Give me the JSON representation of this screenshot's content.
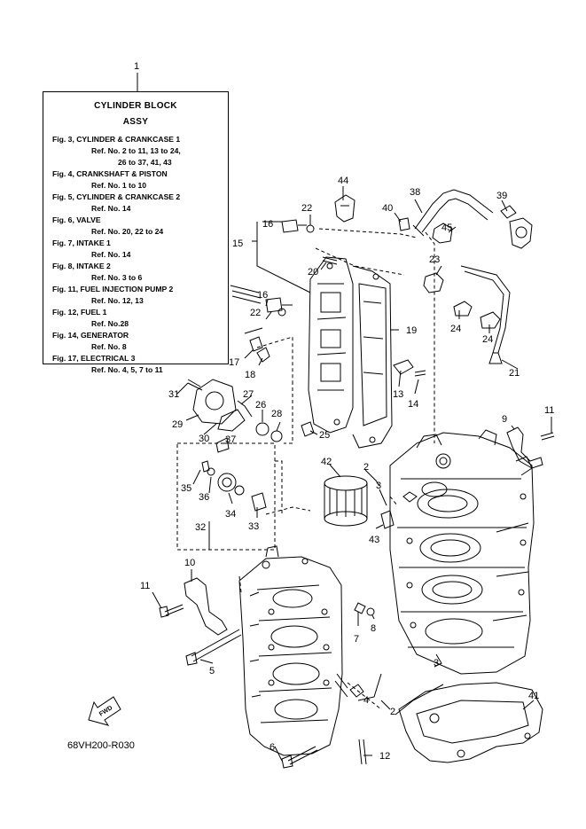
{
  "box_callout": "1",
  "info_box": {
    "title_line1": "CYLINDER BLOCK",
    "title_line2": "ASSY",
    "lines": [
      "Fig. 3, CYLINDER & CRANKCASE 1",
      "Ref. No. 2 to 11, 13 to 24,",
      "26 to 37, 41, 43",
      "Fig. 4, CRANKSHAFT & PISTON",
      "Ref. No. 1 to 10",
      "Fig. 5, CYLINDER & CRANKCASE 2",
      "Ref. No. 14",
      "Fig. 6, VALVE",
      "Ref. No. 20, 22 to 24",
      "Fig. 7, INTAKE 1",
      "Ref. No. 14",
      "Fig. 8, INTAKE 2",
      "Ref. No. 3 to 6",
      "Fig. 11, FUEL INJECTION PUMP 2",
      "Ref. No. 12, 13",
      "Fig. 12, FUEL 1",
      "Ref. No.28",
      "Fig. 14, GENERATOR",
      "Ref. No. 8",
      "Fig. 17, ELECTRICAL 3",
      "Ref. No. 4, 5, 7 to 11"
    ]
  },
  "fwd_label": "FWD",
  "diagram_code": "68VH200-R030",
  "callouts": [
    "44",
    "38",
    "39",
    "22",
    "40",
    "45",
    "16",
    "15",
    "23",
    "20",
    "16",
    "22",
    "19",
    "24",
    "24",
    "17",
    "18",
    "13",
    "14",
    "21",
    "31",
    "27",
    "26",
    "28",
    "29",
    "30",
    "25",
    "9",
    "11",
    "37",
    "2",
    "3",
    "35",
    "36",
    "42",
    "34",
    "33",
    "32",
    "43",
    "10",
    "11",
    "7",
    "8",
    "5",
    "3",
    "4",
    "2",
    "41",
    "6",
    "12"
  ]
}
